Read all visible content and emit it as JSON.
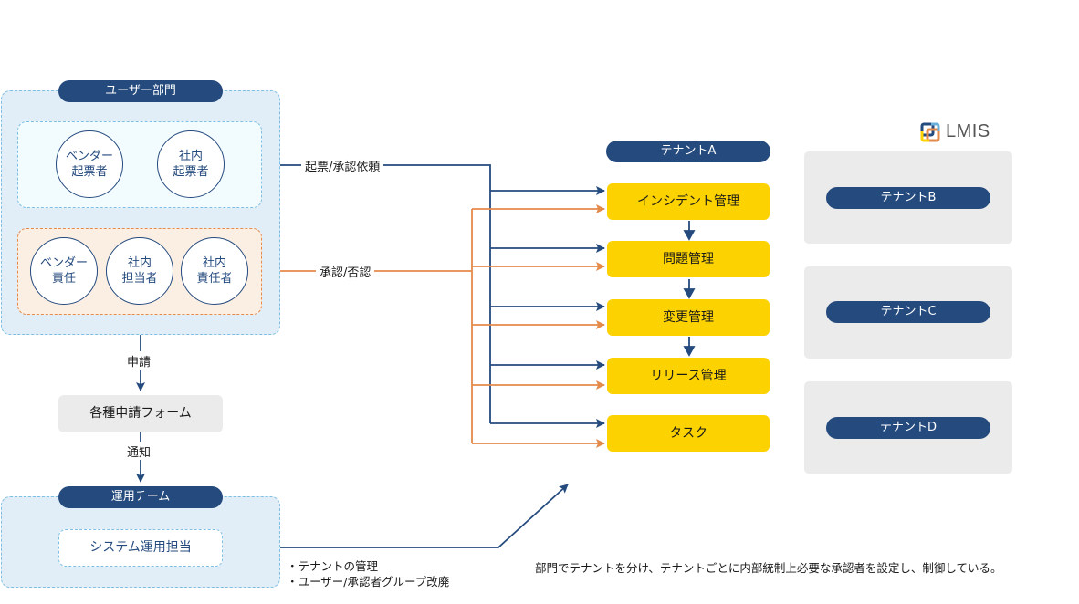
{
  "user_department": {
    "title": "ユーザー部門",
    "requesters": [
      {
        "line1": "ベンダー",
        "line2": "起票者"
      },
      {
        "line1": "社内",
        "line2": "起票者"
      }
    ],
    "approvers": [
      {
        "line1": "ベンダー",
        "line2": "責任"
      },
      {
        "line1": "社内",
        "line2": "担当者"
      },
      {
        "line1": "社内",
        "line2": "責任者"
      }
    ]
  },
  "flows": {
    "request_label": "起票/承認依頼",
    "approve_label": "承認/否認",
    "apply_label": "申請",
    "notify_label": "通知"
  },
  "form": {
    "label": "各種申請フォーム"
  },
  "ops_team": {
    "title": "運用チーム",
    "member": "システム運用担当",
    "duties": [
      "・テナントの管理",
      "・ユーザー/承認者グループ改廃"
    ]
  },
  "lmis": {
    "logo_text": "LMIS",
    "tenants": [
      {
        "name": "テナントA",
        "processes": [
          "インシデント管理",
          "問題管理",
          "変更管理",
          "リリース管理",
          "タスク"
        ]
      },
      {
        "name": "テナントB"
      },
      {
        "name": "テナントC"
      },
      {
        "name": "テナントD"
      }
    ]
  },
  "caption": "部門でテナントを分け、テナントごとに内部統制上必要な承認者を設定し、制御している。",
  "colors": {
    "navy": "#244a7e",
    "orange": "#e48a4a",
    "light_blue": "#6bb0db",
    "yellow": "#fcd200"
  }
}
